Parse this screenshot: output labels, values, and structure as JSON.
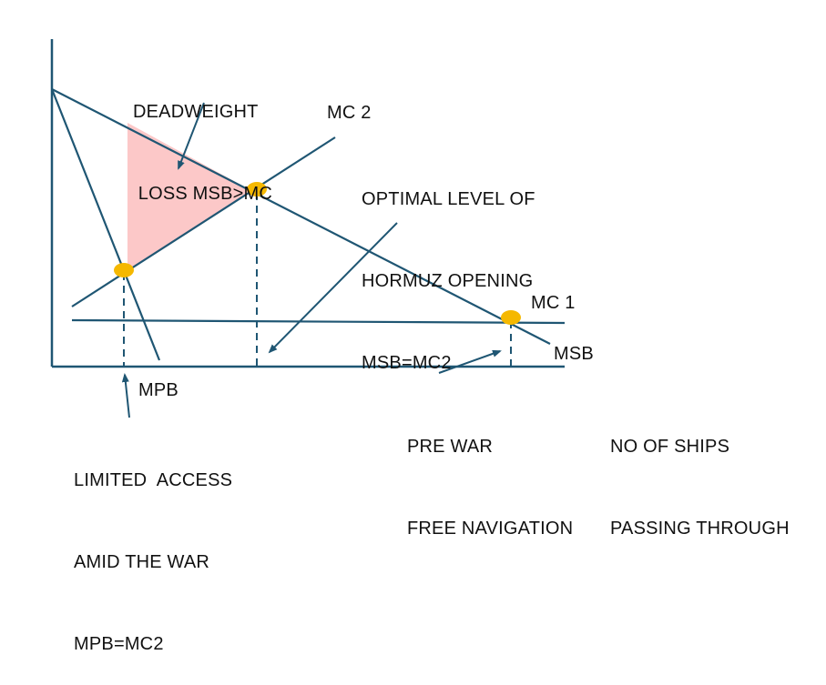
{
  "diagram": {
    "colors": {
      "line": "#1f5673",
      "dot": "#f5b800",
      "deadweight_fill": "#fcc8c8",
      "text": "#111111"
    },
    "axes": {
      "x_label": [
        "NO OF SHIPS",
        "PASSING THROUGH"
      ]
    },
    "curves": {
      "msb": "MSB",
      "mpb": "MPB",
      "mc1": "MC 1",
      "mc2": "MC 2"
    },
    "annotations": {
      "deadweight": [
        "DEADWEIGHT",
        " LOSS MSB>MC"
      ],
      "optimal": [
        "OPTIMAL LEVEL OF",
        "HORMUZ OPENING",
        "MSB=MC2"
      ],
      "limited": [
        "LIMITED  ACCESS",
        "AMID THE WAR",
        "MPB=MC2"
      ],
      "prewar": [
        "PRE WAR",
        "FREE NAVIGATION"
      ]
    },
    "equilibria": [
      {
        "name": "MPB=MC2",
        "meaning": "limited access amid the war"
      },
      {
        "name": "MSB=MC2",
        "meaning": "optimal level of Hormuz opening"
      },
      {
        "name": "MSB=MC1",
        "meaning": "pre war free navigation"
      }
    ]
  }
}
